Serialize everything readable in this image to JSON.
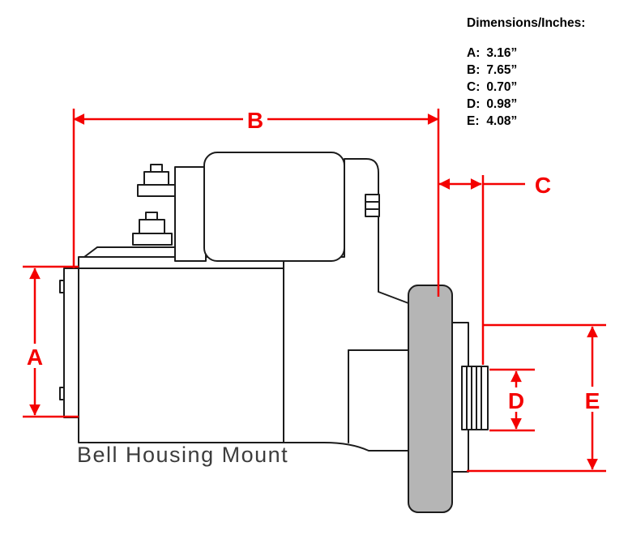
{
  "legend": {
    "title": "Dimensions/Inches:",
    "items": [
      {
        "label": "A:",
        "value": "3.16”"
      },
      {
        "label": "B:",
        "value": "7.65”"
      },
      {
        "label": "C:",
        "value": "0.70”"
      },
      {
        "label": "D:",
        "value": "0.98”"
      },
      {
        "label": "E:",
        "value": "4.08”"
      }
    ]
  },
  "drawing": {
    "caption": "Bell Housing Mount",
    "markers": {
      "A": "A",
      "B": "B",
      "C": "C",
      "D": "D",
      "E": "E"
    }
  },
  "colors": {
    "dimension_red": "#f40000",
    "line_black": "#1c1c1c",
    "flange_gray": "#b5b5b5",
    "caption_gray": "#3c3c3c",
    "background": "#ffffff"
  }
}
